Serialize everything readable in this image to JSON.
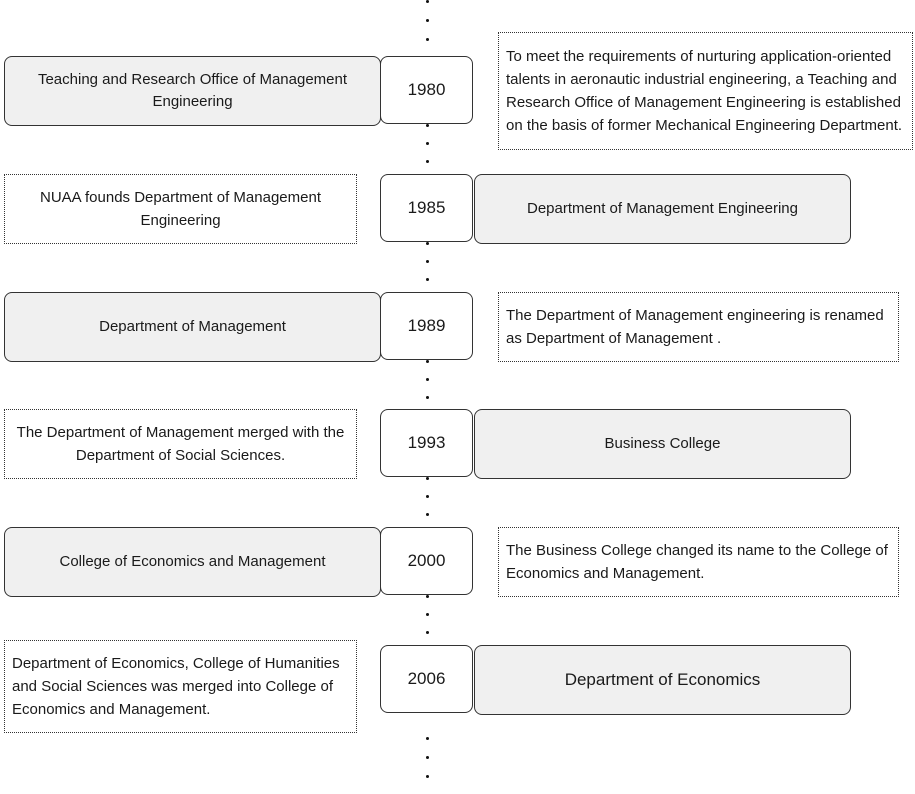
{
  "timeline": [
    {
      "year": "1980",
      "name": "Teaching and Research Office of Management Engineering",
      "note": "To meet the requirements of nurturing application-oriented talents in aeronautic industrial engineering, a Teaching and Research Office of Management Engineering is established on the basis of former Mechanical Engineering Department."
    },
    {
      "year": "1985",
      "name": "Department of Management Engineering",
      "note": "NUAA founds Department of Management Engineering"
    },
    {
      "year": "1989",
      "name": "Department of Management",
      "note": "The Department of Management engineering is renamed as Department of Management ."
    },
    {
      "year": "1993",
      "name": "Business College",
      "note": "The Department of Management merged with the Department of Social Sciences."
    },
    {
      "year": "2000",
      "name": "College of Economics and Management",
      "note": "The Business College changed its name to the College of Economics and Management."
    },
    {
      "year": "2006",
      "name": "Department of Economics",
      "note": "Department of Economics, College of Humanities and Social Sciences was merged into College of Economics and Management."
    }
  ]
}
